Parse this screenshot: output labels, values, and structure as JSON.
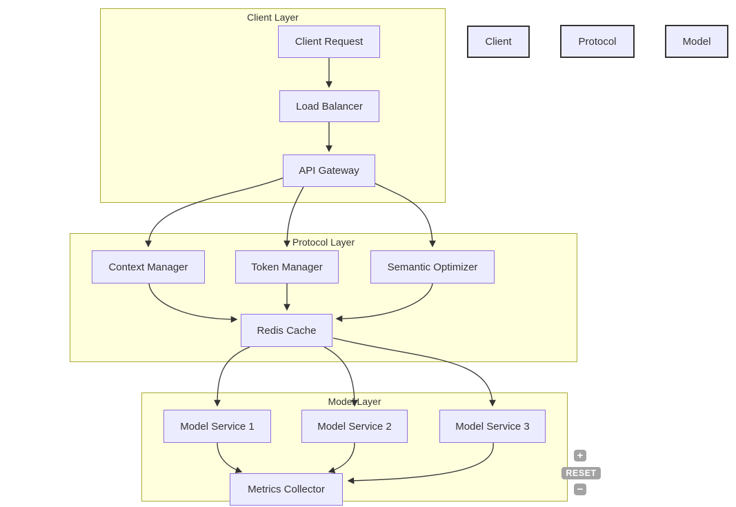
{
  "diagram": {
    "layers": [
      {
        "label": "Client Layer"
      },
      {
        "label": "Protocol Layer"
      },
      {
        "label": "Model Layer"
      }
    ],
    "nodes": {
      "client_request": {
        "label": "Client Request"
      },
      "load_balancer": {
        "label": "Load Balancer"
      },
      "api_gateway": {
        "label": "API Gateway"
      },
      "context_manager": {
        "label": "Context Manager"
      },
      "token_manager": {
        "label": "Token Manager"
      },
      "semantic_optimizer": {
        "label": "Semantic Optimizer"
      },
      "redis_cache": {
        "label": "Redis Cache"
      },
      "model_service_1": {
        "label": "Model Service 1"
      },
      "model_service_2": {
        "label": "Model Service 2"
      },
      "model_service_3": {
        "label": "Model Service 3"
      },
      "metrics_collector": {
        "label": "Metrics Collector"
      }
    },
    "edges": [
      {
        "from": "Client Request",
        "to": "Load Balancer"
      },
      {
        "from": "Load Balancer",
        "to": "API Gateway"
      },
      {
        "from": "API Gateway",
        "to": "Context Manager"
      },
      {
        "from": "API Gateway",
        "to": "Token Manager"
      },
      {
        "from": "API Gateway",
        "to": "Semantic Optimizer"
      },
      {
        "from": "Context Manager",
        "to": "Redis Cache"
      },
      {
        "from": "Token Manager",
        "to": "Redis Cache"
      },
      {
        "from": "Semantic Optimizer",
        "to": "Redis Cache"
      },
      {
        "from": "Redis Cache",
        "to": "Model Service 1"
      },
      {
        "from": "Redis Cache",
        "to": "Model Service 2"
      },
      {
        "from": "Redis Cache",
        "to": "Model Service 3"
      },
      {
        "from": "Model Service 1",
        "to": "Metrics Collector"
      },
      {
        "from": "Model Service 2",
        "to": "Metrics Collector"
      },
      {
        "from": "Model Service 3",
        "to": "Metrics Collector"
      }
    ],
    "colors": {
      "node_fill": "#ECECFF",
      "node_border": "#9370DB",
      "layer_fill": "#FFFFDE",
      "layer_border": "#AAAA33",
      "edge": "#333333",
      "text": "#333333",
      "legend_border": "#333333",
      "control_bg": "#A3A3A3"
    }
  },
  "legend": {
    "items": [
      {
        "label": "Client"
      },
      {
        "label": "Protocol"
      },
      {
        "label": "Model"
      }
    ]
  },
  "controls": {
    "zoom_in_label": "+",
    "reset_label": "RESET",
    "zoom_out_label": "−"
  }
}
